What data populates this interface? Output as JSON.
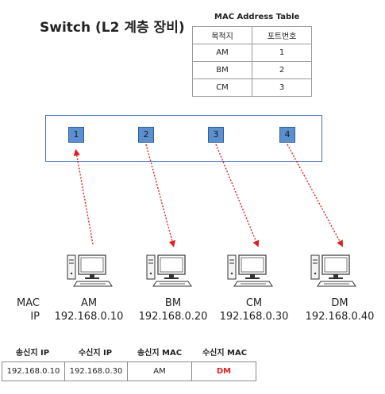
{
  "title": "Switch (L2 계층 장비)",
  "mac_table": {
    "title": "MAC Address Table",
    "headers": [
      "목적지",
      "포트번호"
    ],
    "rows": [
      [
        "AM",
        "1"
      ],
      [
        "BM",
        "2"
      ],
      [
        "CM",
        "3"
      ]
    ]
  },
  "switch": {
    "ports": [
      "1",
      "2",
      "3",
      "4"
    ]
  },
  "hosts": {
    "row_labels": [
      "MAC",
      "IP"
    ],
    "items": [
      {
        "mac": "AM",
        "ip": "192.168.0.10"
      },
      {
        "mac": "BM",
        "ip": "192.168.0.20"
      },
      {
        "mac": "CM",
        "ip": "192.168.0.30"
      },
      {
        "mac": "DM",
        "ip": "192.168.0.40"
      }
    ]
  },
  "packet": {
    "headers": [
      "송신지 IP",
      "수신지 IP",
      "송신지 MAC",
      "수신지 MAC"
    ],
    "values": [
      "192.168.0.10",
      "192.168.0.30",
      "AM",
      "DM"
    ],
    "highlight_color": "#e02020"
  },
  "colors": {
    "port_fill": "#5b8fcf",
    "switch_border": "#4a6fb0",
    "link": "#e02020"
  }
}
